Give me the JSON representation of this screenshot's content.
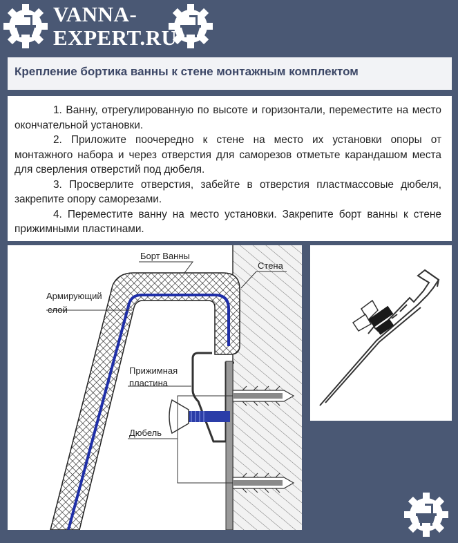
{
  "site": {
    "logo_line1": "VANNA-",
    "logo_line2": "EXPERT.RU",
    "icons": [
      "gear-bathtub-icon"
    ],
    "colors": {
      "background": "#4a5874",
      "title_text": "#3c4766",
      "diagram_blue": "#1f2fa8"
    }
  },
  "title": "Крепление бортика ванны к стене монтажным комплектом",
  "steps": [
    "1. Ванну, отрегулированную по высоте и горизонтали, переместите на место окончательной установки.",
    "2. Приложите поочередно к стене на место их установки опоры от монтажного набора и через отверстия для саморезов отметьте карандашом места  для сверления отверстий  под дюбеля.",
    "3. Просверлите отверстия, забейте в отверстия пластмассовые дюбеля, закрепите опору саморезами.",
    "4. Переместите ванну на место установки. Закрепите борт ванны к стене прижимными пластинами."
  ],
  "diagram": {
    "labels": {
      "bath_rim": "Борт Ванны",
      "wall": "Стена",
      "reinforcing_line1": "Армирующий",
      "reinforcing_line2": "слой",
      "clamp_line1": "Прижимная",
      "clamp_line2": "пластина",
      "dowel": "Дюбель"
    }
  }
}
